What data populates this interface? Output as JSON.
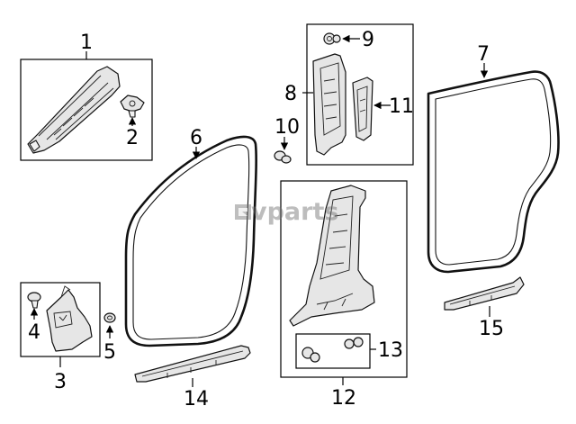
{
  "diagram": {
    "callouts": {
      "c1": "1",
      "c2": "2",
      "c3": "3",
      "c4": "4",
      "c5": "5",
      "c6": "6",
      "c7": "7",
      "c8": "8",
      "c9": "9",
      "c10": "10",
      "c11": "11",
      "c12": "12",
      "c13": "13",
      "c14": "14",
      "c15": "15"
    },
    "watermark": "vparts",
    "icons": {
      "watermark_logo": "vparts-logo-icon"
    }
  }
}
